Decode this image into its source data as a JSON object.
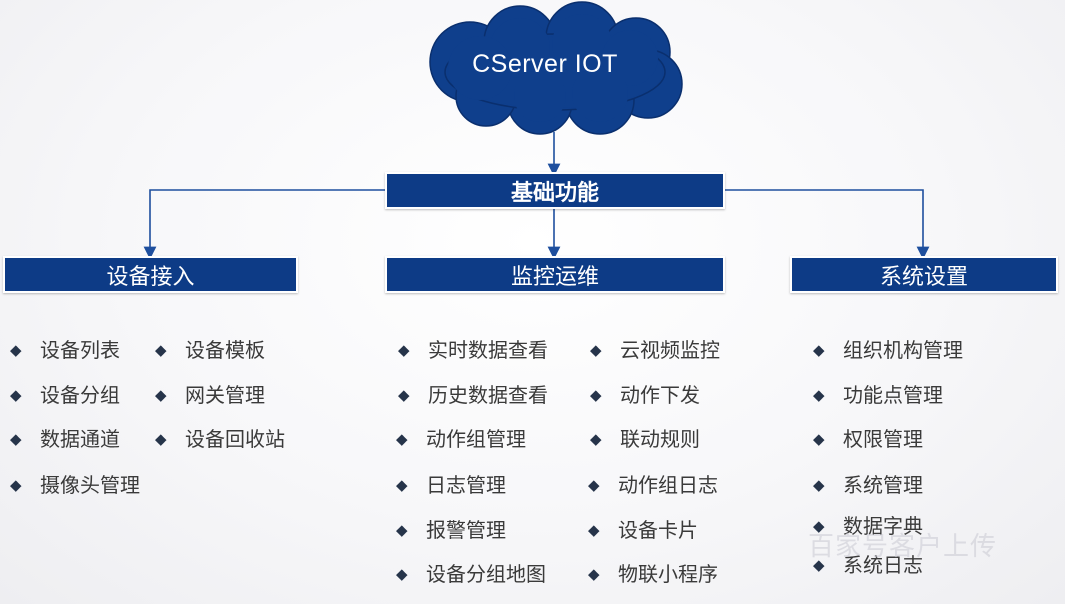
{
  "title": "CServer  IOT",
  "root": "基础功能",
  "bullet": "◆",
  "colors": {
    "bar_bg": "#0d3b86",
    "cloud": "#0f3f8c",
    "connector": "#1e4f9e"
  },
  "categories": [
    {
      "label": "设备接入",
      "items": [
        "设备列表",
        "设备模板",
        "设备分组",
        "网关管理",
        "数据通道",
        "设备回收站",
        "摄像头管理"
      ]
    },
    {
      "label": "监控运维",
      "items": [
        "实时数据查看",
        "云视频监控",
        "历史数据查看",
        "动作下发",
        "动作组管理",
        "联动规则",
        "日志管理",
        "动作组日志",
        "报警管理",
        "设备卡片",
        "设备分组地图",
        "物联小程序"
      ]
    },
    {
      "label": "系统设置",
      "items": [
        "组织机构管理",
        "功能点管理",
        "权限管理",
        "系统管理",
        "数据字典",
        "系统日志"
      ]
    }
  ],
  "watermark": "百家号客户上传"
}
